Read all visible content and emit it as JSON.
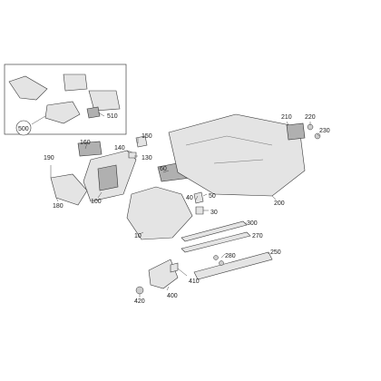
{
  "diagram": {
    "callouts": {
      "c500": "500",
      "c510": "510",
      "c160": "160",
      "c140": "140",
      "c150": "150",
      "c130": "130",
      "c190": "190",
      "c180": "180",
      "c100": "100",
      "c60": "60",
      "c40": "40",
      "c50": "50",
      "c30": "30",
      "c10": "10",
      "c210": "210",
      "c220": "220",
      "c230": "230",
      "c200": "200",
      "c300": "300",
      "c270": "270",
      "c280": "280",
      "c250": "250",
      "c410": "410",
      "c400": "400",
      "c420": "420"
    }
  }
}
